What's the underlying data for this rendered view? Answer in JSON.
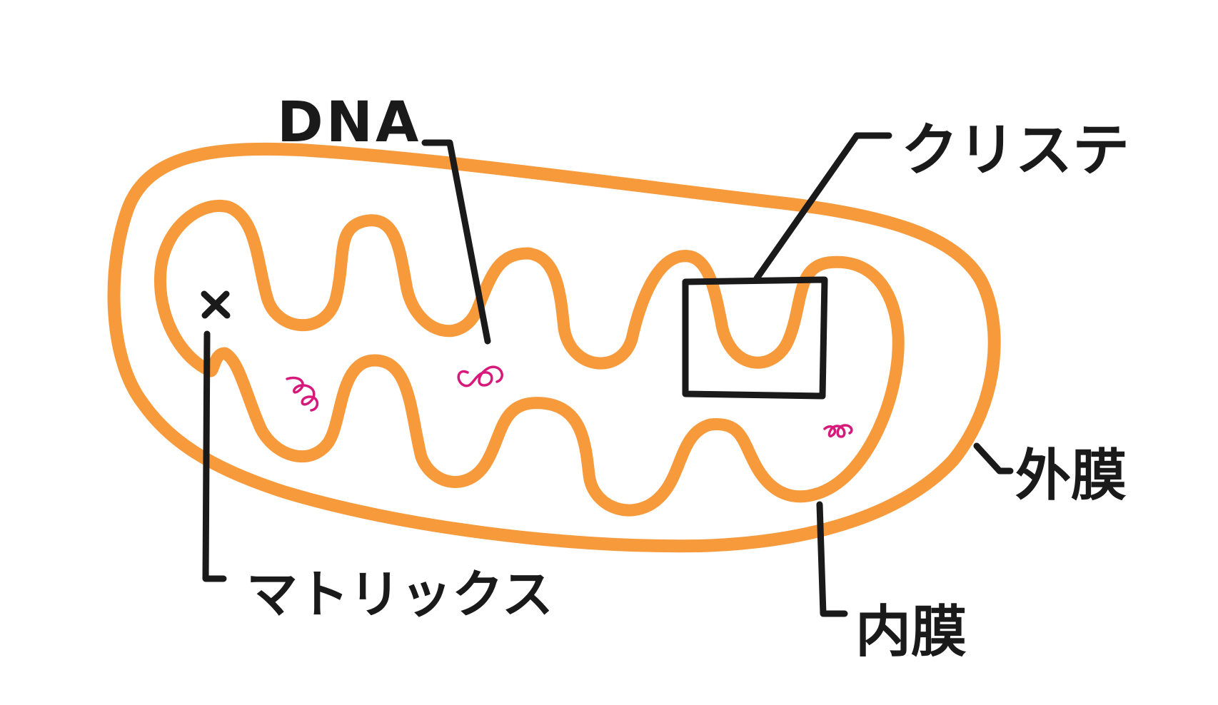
{
  "labels": {
    "dna": "DNA",
    "cristae": "クリステ",
    "outer_membrane": "外膜",
    "matrix": "マトリックス",
    "inner_membrane": "内膜"
  },
  "colors": {
    "membrane": "#F79A3B",
    "dna": "#D6197A",
    "ink": "#1a1a1a",
    "background": "#ffffff"
  }
}
